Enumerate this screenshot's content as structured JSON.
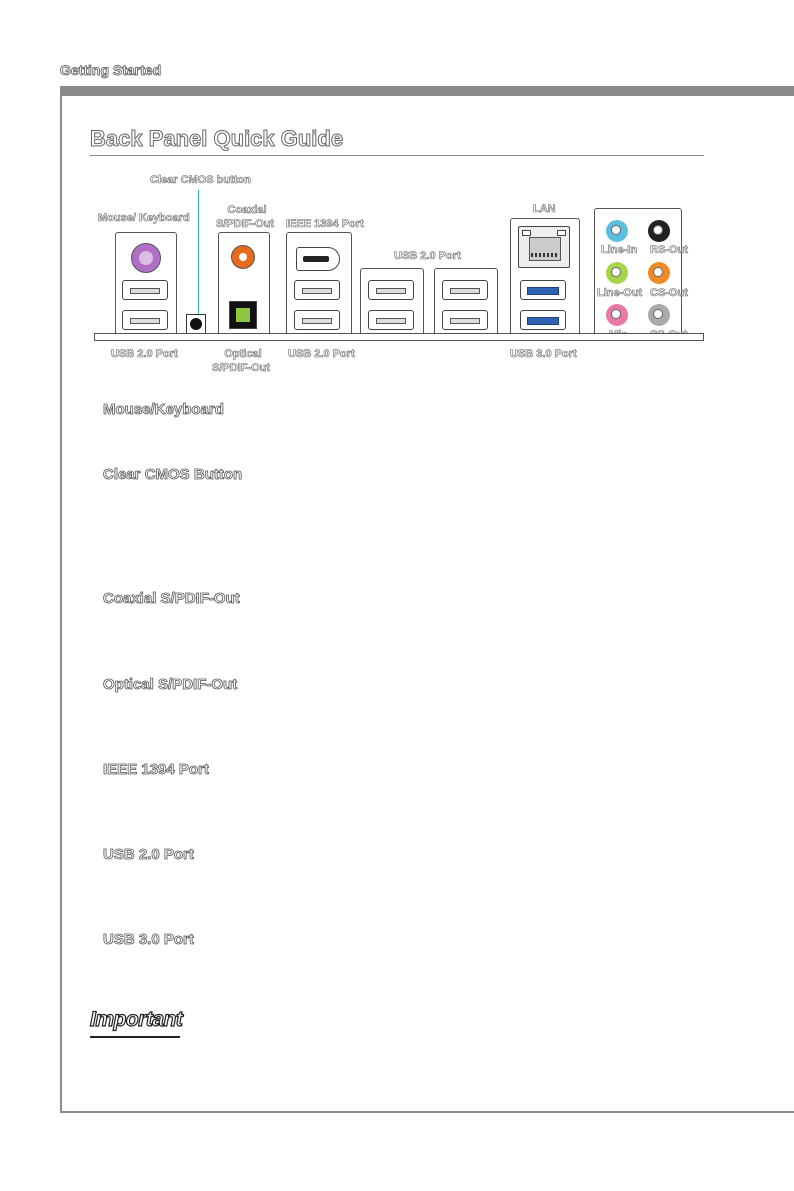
{
  "page": {
    "header": "Getting Started",
    "title": "Back Panel Quick Guide"
  },
  "diagram": {
    "labels": {
      "clear_cmos_button": "Clear CMOS button",
      "mouse_keyboard": "Mouse/ Keyboard",
      "coaxial_line1": "Coaxial",
      "coaxial_line2": "S/PDIF-Out",
      "ieee1394": "IEEE 1394 Port",
      "usb20_top": "USB 2.0 Port",
      "lan": "LAN",
      "line_in": "Line-In",
      "rs_out": "RS-Out",
      "line_out": "Line-Out",
      "cs_out": "CS-Out",
      "mic": "Mic",
      "ss_out": "SS-Out",
      "usb20_bottom_left": "USB 2.0 Port",
      "optical_line1": "Optical",
      "optical_line2": "S/PDIF-Out",
      "usb20_bottom_mid": "USB 2.0 Port",
      "usb30_bottom": "USB 3.0 Port"
    },
    "colors": {
      "line_in": "#5bc0e0",
      "rs_out": "#222222",
      "line_out": "#a8d44a",
      "cs_out": "#f08a24",
      "mic": "#e87aa6",
      "ss_out": "#aaaaaa",
      "ps2": "#b06fc4",
      "coaxial": "#e86a1c",
      "optical": "#8cc63f",
      "cmos_line": "#2bb0c8"
    }
  },
  "sections": [
    "Mouse/Keyboard",
    "Clear CMOS Button",
    "Coaxial S/PDIF-Out",
    "Optical S/PDIF-Out",
    "IEEE 1394 Port",
    "USB 2.0 Port",
    "USB 3.0 Port"
  ],
  "important": "Important"
}
